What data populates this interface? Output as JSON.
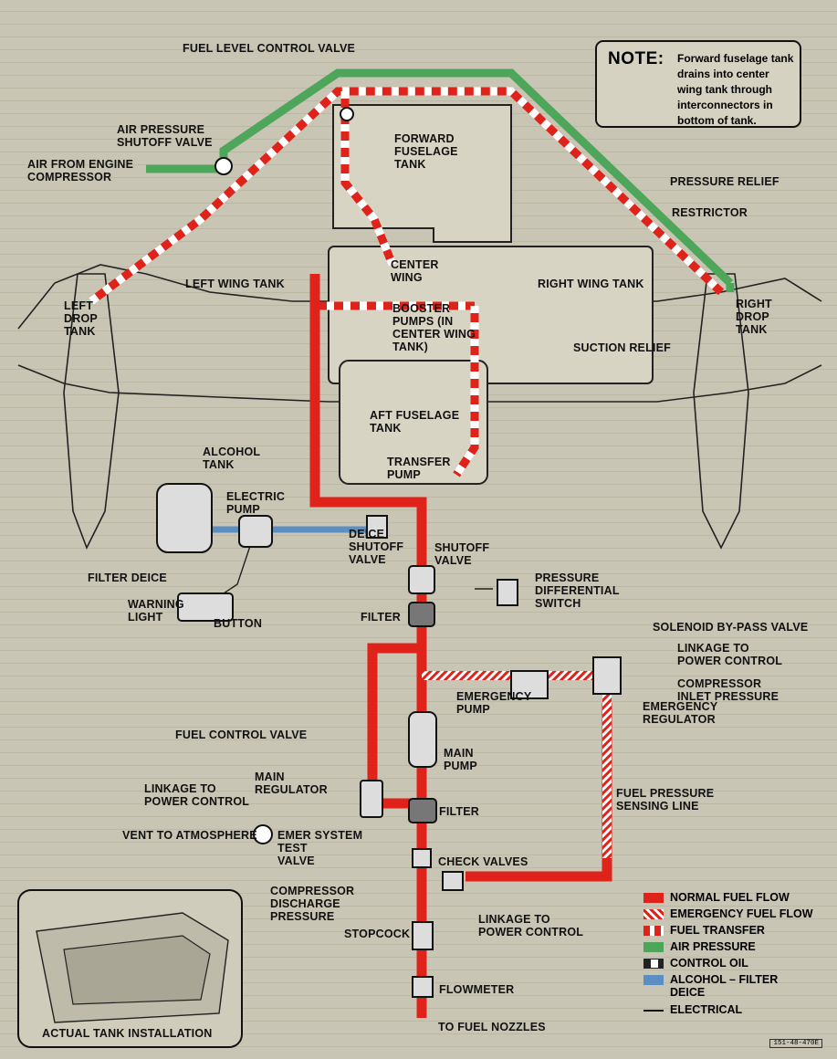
{
  "note": {
    "title": "NOTE:",
    "text": "Forward fuselage tank drains into center wing tank through interconnectors in bottom of tank."
  },
  "labels": {
    "fuel_level_control_valve": "FUEL LEVEL CONTROL VALVE",
    "air_pressure_shutoff_valve": "AIR PRESSURE\nSHUTOFF VALVE",
    "air_from_engine_compressor": "AIR FROM ENGINE\nCOMPRESSOR",
    "forward_fuselage_tank": "FORWARD\nFUSELAGE\nTANK",
    "pressure_relief": "PRESSURE RELIEF",
    "restrictor": "RESTRICTOR",
    "center_wing": "CENTER\nWING",
    "left_drop_tank": "LEFT\nDROP\nTANK",
    "left_wing_tank": "LEFT WING TANK",
    "right_wing_tank": "RIGHT WING TANK",
    "right_drop_tank": "RIGHT\nDROP\nTANK",
    "booster_pumps": "BOOSTER\nPUMPS (IN\nCENTER WING\nTANK)",
    "suction_relief": "SUCTION RELIEF",
    "aft_fuselage_tank": "AFT FUSELAGE\nTANK",
    "transfer_pump": "TRANSFER\nPUMP",
    "alcohol_tank": "ALCOHOL\nTANK",
    "electric_pump": "ELECTRIC\nPUMP",
    "deice_shutoff_valve": "DEICE\nSHUTOFF\nVALVE",
    "shutoff_valve": "SHUTOFF\nVALVE",
    "pressure_differential_switch": "PRESSURE\nDIFFERENTIAL\nSWITCH",
    "filter_deice": "FILTER DEICE",
    "warning_light": "WARNING\nLIGHT",
    "button": "BUTTON",
    "filter_upper": "FILTER",
    "solenoid_bypass_valve": "SOLENOID BY-PASS VALVE",
    "linkage_power_control_right": "LINKAGE TO\nPOWER CONTROL",
    "compressor_inlet_pressure": "COMPRESSOR\nINLET PRESSURE",
    "emergency_pump": "EMERGENCY\nPUMP",
    "emergency_regulator": "EMERGENCY\nREGULATOR",
    "fuel_control_valve": "FUEL CONTROL VALVE",
    "main_pump": "MAIN\nPUMP",
    "linkage_power_control_left": "LINKAGE TO\nPOWER CONTROL",
    "main_regulator": "MAIN\nREGULATOR",
    "filter_lower": "FILTER",
    "fuel_pressure_sensing_line": "FUEL PRESSURE\nSENSING LINE",
    "vent_to_atmosphere": "VENT TO ATMOSPHERE",
    "emer_system_test_valve": "EMER SYSTEM\nTEST\nVALVE",
    "check_valves": "CHECK VALVES",
    "compressor_discharge_pressure": "COMPRESSOR\nDISCHARGE\nPRESSURE",
    "stopcock": "STOPCOCK",
    "linkage_power_control_bottom": "LINKAGE TO\nPOWER CONTROL",
    "flowmeter": "FLOWMETER",
    "to_fuel_nozzles": "TO FUEL NOZZLES",
    "actual_tank_installation": "ACTUAL TANK INSTALLATION"
  },
  "legend": [
    {
      "label": "NORMAL FUEL FLOW",
      "pattern": "solid-red"
    },
    {
      "label": "EMERGENCY FUEL FLOW",
      "pattern": "hatched-red"
    },
    {
      "label": "FUEL TRANSFER",
      "pattern": "dashed-red-white"
    },
    {
      "label": "AIR PRESSURE",
      "pattern": "solid-green"
    },
    {
      "label": "CONTROL OIL",
      "pattern": "black-white"
    },
    {
      "label": "ALCOHOL – FILTER\nDEICE",
      "pattern": "solid-blue"
    },
    {
      "label": "ELECTRICAL",
      "pattern": "thin-black"
    }
  ],
  "figure_number": "151-48-470E",
  "colors": {
    "fuel": "#e0231a",
    "air": "#4ea65a",
    "alcohol": "#5b8fc4",
    "background": "#c9c5b4"
  }
}
